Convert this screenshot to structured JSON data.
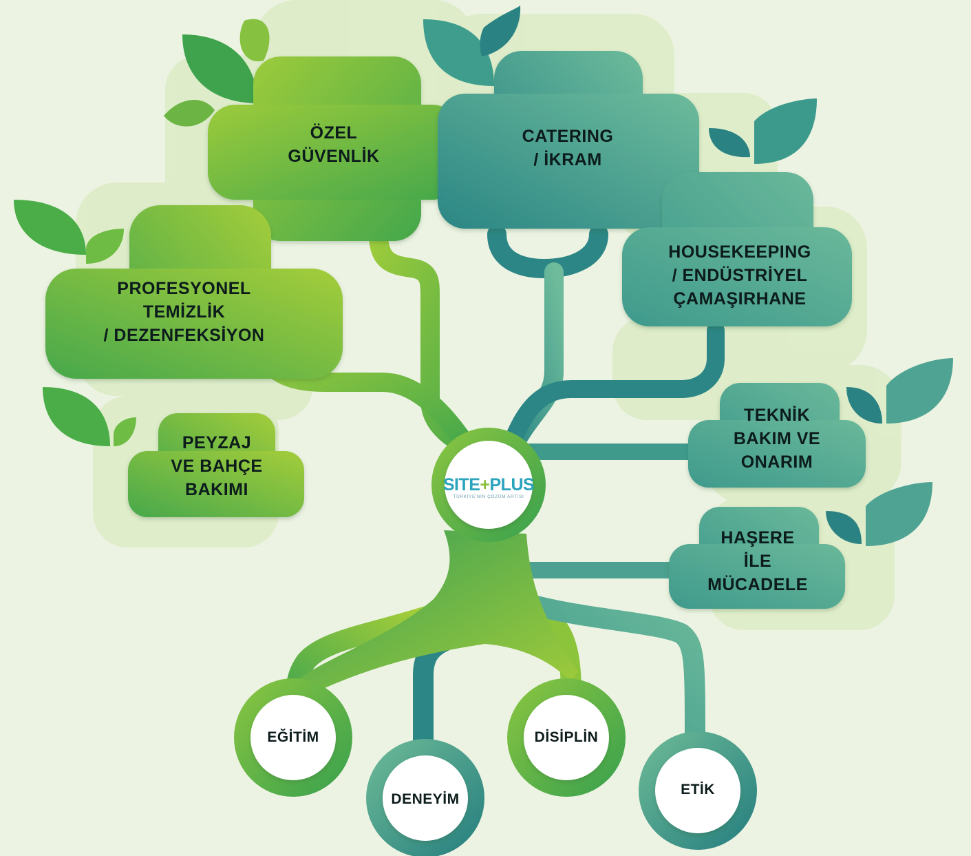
{
  "logo": {
    "brand_left": "SITE",
    "brand_plus": "+",
    "brand_right": "PLUS",
    "tagline": "TÜRKİYE'NİN ÇÖZÜM ARTISI"
  },
  "branches": {
    "ozel_guvenlik": [
      "ÖZEL",
      "GÜVENLİK"
    ],
    "catering": [
      "CATERING",
      "/ İKRAM"
    ],
    "housekeeping": [
      "HOUSEKEEPING",
      "/ ENDÜSTRİYEL",
      "ÇAMAŞIRHANE"
    ],
    "profesyonel_temizlik": [
      "PROFESYONEL",
      "TEMİZLİK",
      "/ DEZENFEKSİYON"
    ],
    "peyzaj": [
      "PEYZAJ",
      "VE BAHÇE",
      "BAKIMI"
    ],
    "teknik": [
      "TEKNİK",
      "BAKIM VE",
      "ONARIM"
    ],
    "hasere": [
      "HAŞERE",
      "İLE",
      "MÜCADELE"
    ]
  },
  "roots": {
    "egitim": "EĞİTİM",
    "deneyim": "DENEYİM",
    "disiplin": "DİSİPLİN",
    "etik": "ETİK"
  },
  "colors": {
    "background": "#edf3e3",
    "light_green": "#9ccc3c",
    "mid_green": "#46a84a",
    "teal": "#2b8a88",
    "light_teal": "#5fae96"
  }
}
